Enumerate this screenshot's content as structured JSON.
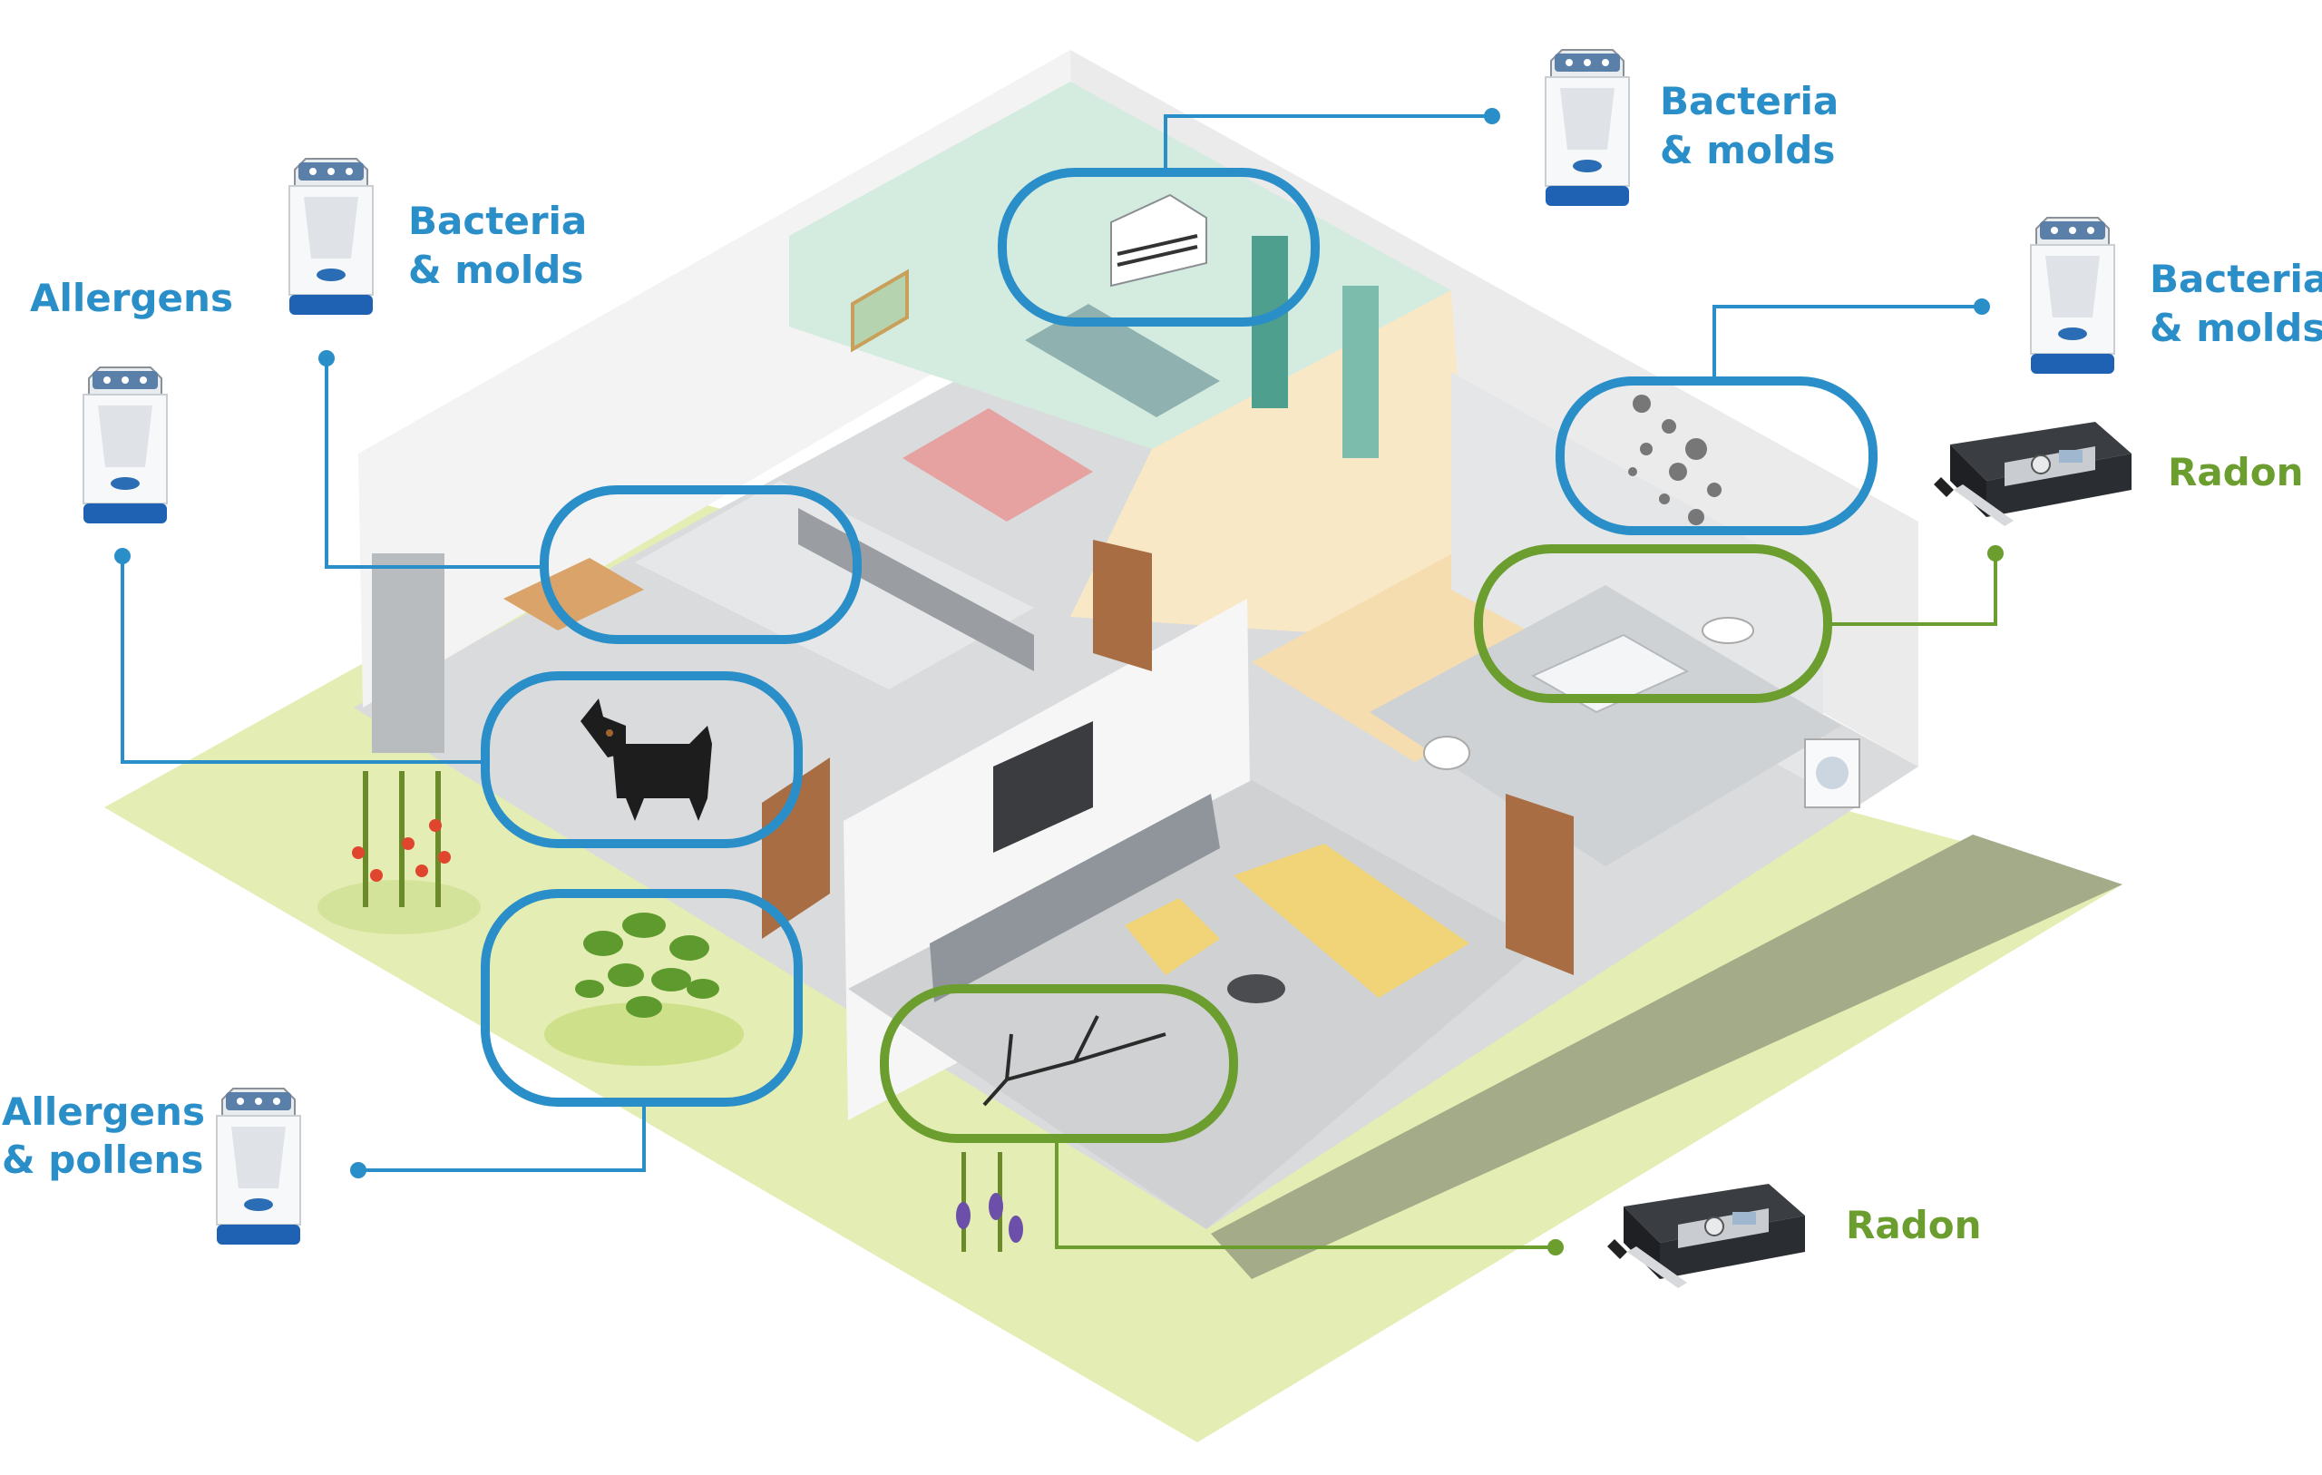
{
  "colors": {
    "blue": "#2a8fc8",
    "green": "#6b9e2f",
    "lawn": "#dfeaa8",
    "floor": "#d7d9db",
    "wall": "#f2f2f2",
    "bedroom": "#d4ebe0",
    "hallway": "#f8e8c6"
  },
  "callouts": [
    {
      "id": "allergens",
      "lines": [
        "Allergens"
      ],
      "device": "air-sampler",
      "target": "dog",
      "color": "blue"
    },
    {
      "id": "kitchen-bacteria",
      "lines": [
        "Bacteria",
        "& molds"
      ],
      "device": "air-sampler",
      "target": "kitchen",
      "color": "blue"
    },
    {
      "id": "ac-bacteria",
      "lines": [
        "Bacteria",
        "& molds"
      ],
      "device": "air-sampler",
      "target": "air-conditioner",
      "color": "blue"
    },
    {
      "id": "bath-bacteria",
      "lines": [
        "Bacteria",
        "& molds"
      ],
      "device": "air-sampler",
      "target": "mold-wall",
      "color": "blue"
    },
    {
      "id": "bath-radon",
      "lines": [
        "Radon"
      ],
      "device": "radon-monitor",
      "target": "bathroom",
      "color": "green"
    },
    {
      "id": "garden-pollens",
      "lines": [
        "Allergens",
        "& pollens"
      ],
      "device": "air-sampler",
      "target": "garden-plants",
      "color": "blue"
    },
    {
      "id": "floor-radon",
      "lines": [
        "Radon"
      ],
      "device": "radon-monitor",
      "target": "floor-crack",
      "color": "green"
    }
  ]
}
